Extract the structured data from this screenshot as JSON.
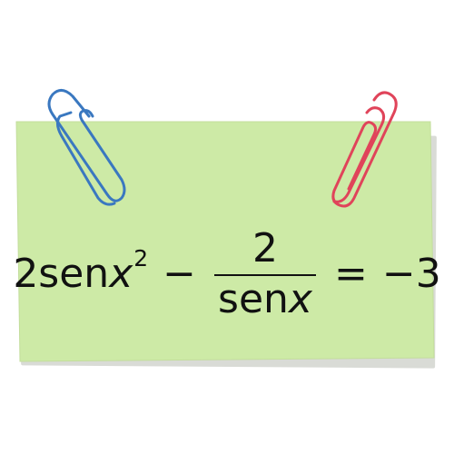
{
  "colors": {
    "note": "#cdeaa6",
    "note_shadow": "#d9dbd6",
    "clip_left": "#3a78c0",
    "clip_right": "#e0445a",
    "text": "#111111"
  },
  "icons": [
    "paperclip-blue-icon",
    "paperclip-red-icon"
  ],
  "equation": {
    "term1_coef": "2sen",
    "term1_var": "x",
    "term1_exp": "2",
    "minus_op": "−",
    "frac_num": "2",
    "frac_den_fn": "sen",
    "frac_den_var": "x",
    "equals": "=",
    "rhs": "−3"
  }
}
